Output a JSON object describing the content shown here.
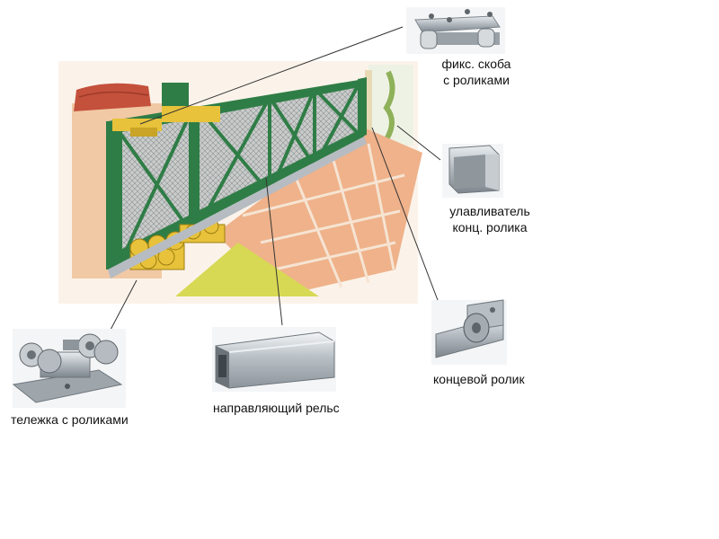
{
  "labels": {
    "fixed_bracket_line1": "фикс. скоба",
    "fixed_bracket_line2": "с роликами",
    "catcher_line1": "улавливатель",
    "catcher_line2": "конц. ролика",
    "end_roller": "концевой ролик",
    "guide_rail": "направляющий рельс",
    "trolley": "тележка с роликами"
  },
  "colors": {
    "gate_frame": "#2f7d46",
    "mesh": "#9aa0a0",
    "wall": "#f1c9a4",
    "roof": "#c4513c",
    "tiles": "#efb28a",
    "hardware_yellow": "#e7c23a",
    "metal": "#b9c0c6",
    "leader_line": "#333333"
  },
  "icons": [
    "gate-illustration",
    "fixed-bracket-icon",
    "catcher-icon",
    "end-roller-icon",
    "guide-rail-icon",
    "trolley-icon"
  ]
}
